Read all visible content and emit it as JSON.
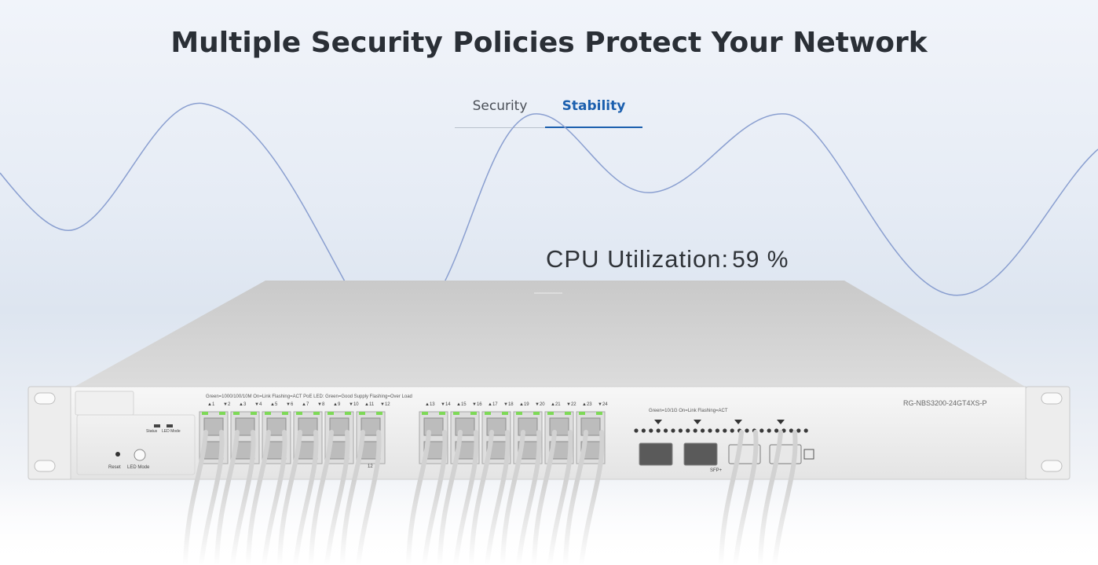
{
  "header": {
    "title": "Multiple Security Policies Protect Your Network"
  },
  "tabs": [
    {
      "label": "Security",
      "active": false
    },
    {
      "label": "Stability",
      "active": true
    }
  ],
  "cpu": {
    "label": "CPU Utilization:",
    "value": "59 %"
  },
  "device": {
    "model": "RG-NBS3200-24GT4XS-P",
    "led_legend_left": "Green=1000/100/10M   On=Link   Flashing=ACT   PoE LED: Green=Good Supply   Flashing=Over Load",
    "led_legend_right": "Green=10/1G   On=Link   Flashing=ACT",
    "status_label": "Status",
    "led_mode_label": "LED Mode",
    "reset_label": "Reset",
    "led_mode_button_label": "LED Mode",
    "sfp_label": "SFP+",
    "port_group_end_label": "12",
    "port_labels_top_left": [
      "▲1",
      "▼2",
      "▲3",
      "▼4",
      "▲5",
      "▼6",
      "▲7",
      "▼8",
      "▲9",
      "▼10",
      "▲11",
      "▼12"
    ],
    "port_labels_top_right": [
      "▲13",
      "▼14",
      "▲15",
      "▼16",
      "▲17",
      "▼18",
      "▲19",
      "▼20",
      "▲21",
      "▼22",
      "▲23",
      "▼24"
    ]
  },
  "colors": {
    "accent": "#1b5fae",
    "title": "#2a2f36",
    "wave": "#8a9fd0",
    "port_led": "#7ed957"
  }
}
